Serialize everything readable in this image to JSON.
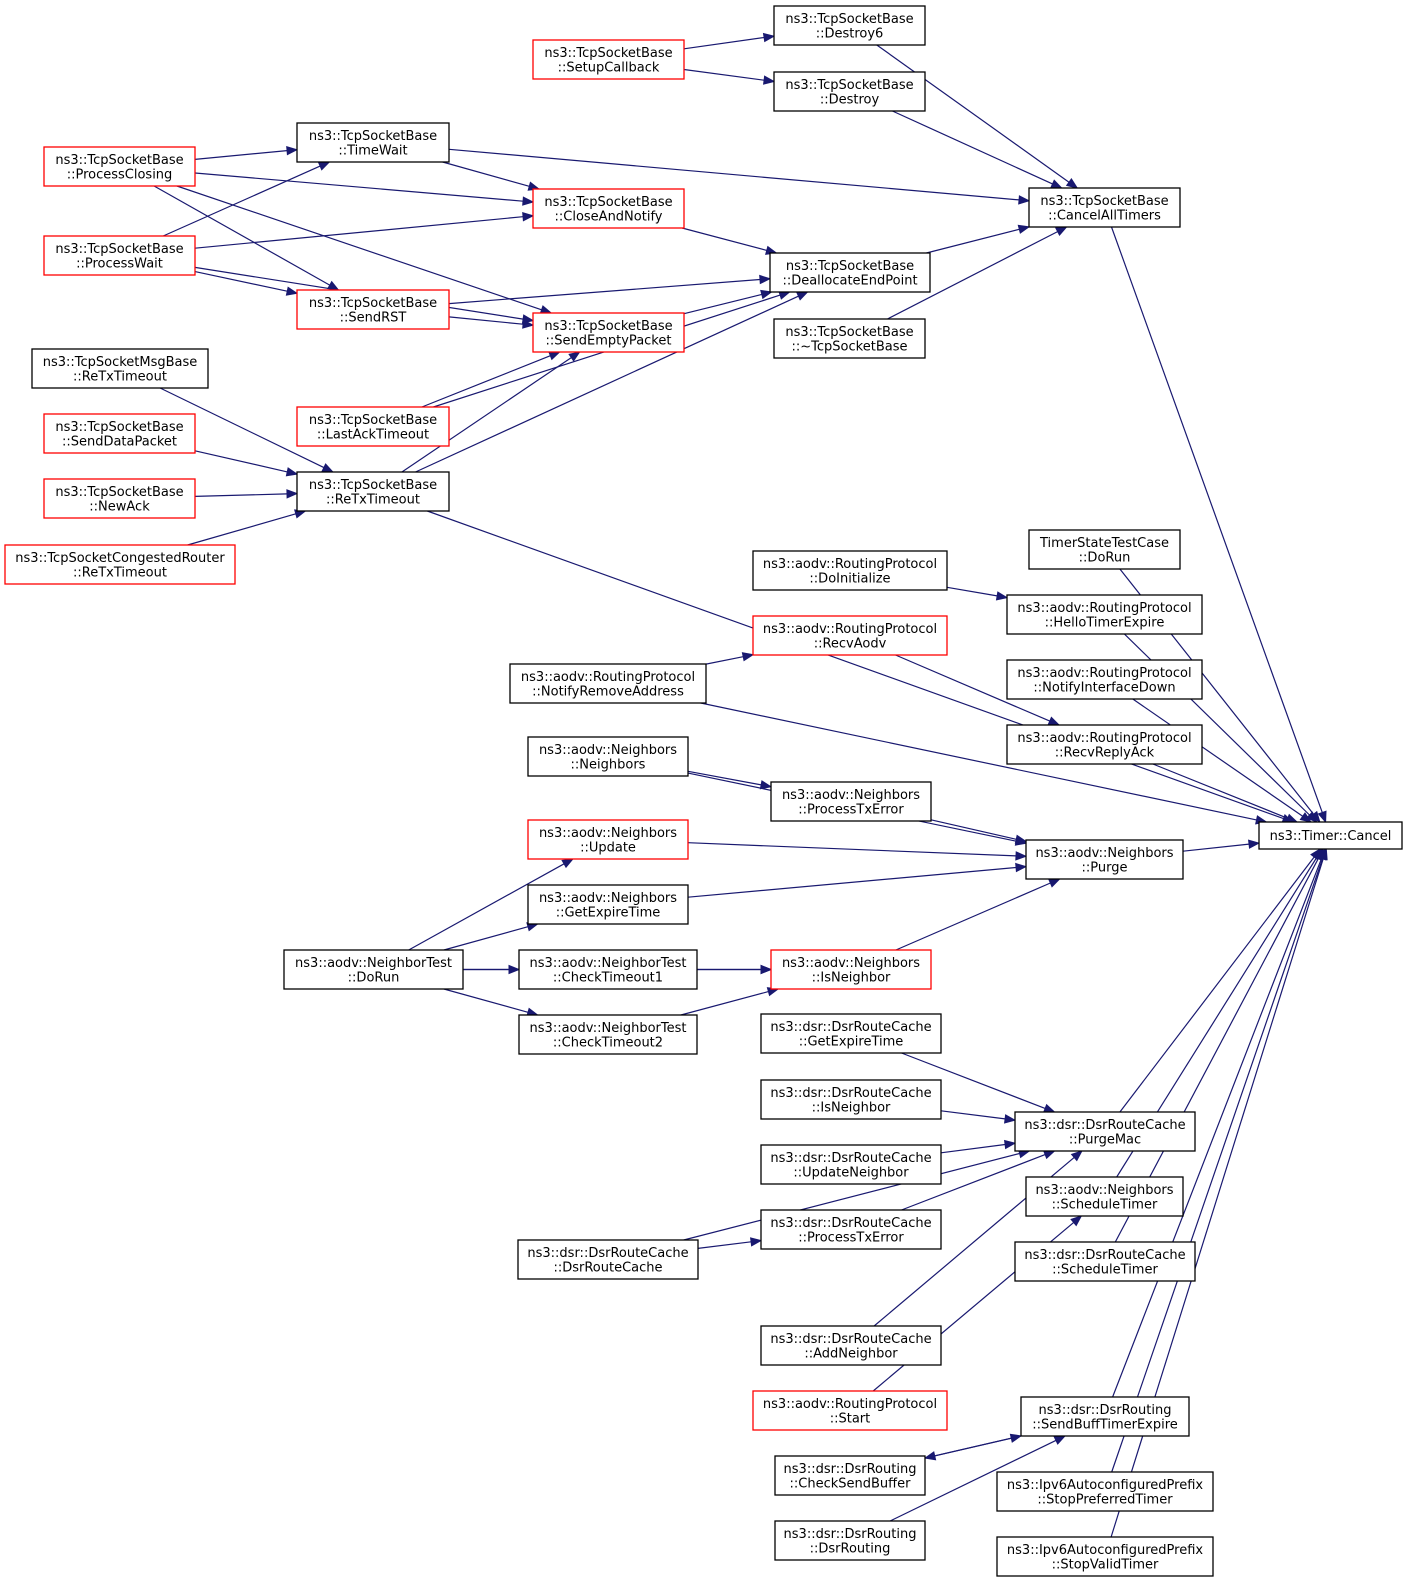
{
  "colors": {
    "edge": "#191970",
    "border_normal": "#000000",
    "border_truncated": "#ff0000",
    "target_fill": "#bfbfbf",
    "node_fill": "#ffffff"
  },
  "nodes": {
    "cancel": {
      "lines": [
        "ns3::Timer::Cancel"
      ],
      "style": "target"
    },
    "destroy6": {
      "lines": [
        "ns3::TcpSocketBase",
        "::Destroy6"
      ],
      "style": "normal"
    },
    "setupcb": {
      "lines": [
        "ns3::TcpSocketBase",
        "::SetupCallback"
      ],
      "style": "truncated"
    },
    "destroy": {
      "lines": [
        "ns3::TcpSocketBase",
        "::Destroy"
      ],
      "style": "normal"
    },
    "timewait": {
      "lines": [
        "ns3::TcpSocketBase",
        "::TimeWait"
      ],
      "style": "normal"
    },
    "procclosing": {
      "lines": [
        "ns3::TcpSocketBase",
        "::ProcessClosing"
      ],
      "style": "truncated"
    },
    "closenotify": {
      "lines": [
        "ns3::TcpSocketBase",
        "::CloseAndNotify"
      ],
      "style": "truncated"
    },
    "cancelall": {
      "lines": [
        "ns3::TcpSocketBase",
        "::CancelAllTimers"
      ],
      "style": "normal"
    },
    "procwait": {
      "lines": [
        "ns3::TcpSocketBase",
        "::ProcessWait"
      ],
      "style": "truncated"
    },
    "dealloc": {
      "lines": [
        "ns3::TcpSocketBase",
        "::DeallocateEndPoint"
      ],
      "style": "normal"
    },
    "sendrst": {
      "lines": [
        "ns3::TcpSocketBase",
        "::SendRST"
      ],
      "style": "truncated"
    },
    "sendempty": {
      "lines": [
        "ns3::TcpSocketBase",
        "::SendEmptyPacket"
      ],
      "style": "truncated"
    },
    "dtor": {
      "lines": [
        "ns3::TcpSocketBase",
        "::~TcpSocketBase"
      ],
      "style": "normal"
    },
    "msgretx": {
      "lines": [
        "ns3::TcpSocketMsgBase",
        "::ReTxTimeout"
      ],
      "style": "normal"
    },
    "lastack": {
      "lines": [
        "ns3::TcpSocketBase",
        "::LastAckTimeout"
      ],
      "style": "truncated"
    },
    "senddata": {
      "lines": [
        "ns3::TcpSocketBase",
        "::SendDataPacket"
      ],
      "style": "truncated"
    },
    "retx": {
      "lines": [
        "ns3::TcpSocketBase",
        "::ReTxTimeout"
      ],
      "style": "normal"
    },
    "newack": {
      "lines": [
        "ns3::TcpSocketBase",
        "::NewAck"
      ],
      "style": "truncated"
    },
    "congretx": {
      "lines": [
        "ns3::TcpSocketCongestedRouter",
        "::ReTxTimeout"
      ],
      "style": "truncated"
    },
    "timerstate": {
      "lines": [
        "TimerStateTestCase",
        "::DoRun"
      ],
      "style": "normal"
    },
    "doinit": {
      "lines": [
        "ns3::aodv::RoutingProtocol",
        "::DoInitialize"
      ],
      "style": "normal"
    },
    "hello": {
      "lines": [
        "ns3::aodv::RoutingProtocol",
        "::HelloTimerExpire"
      ],
      "style": "normal"
    },
    "recvaodv": {
      "lines": [
        "ns3::aodv::RoutingProtocol",
        "::RecvAodv"
      ],
      "style": "truncated"
    },
    "notifyremove": {
      "lines": [
        "ns3::aodv::RoutingProtocol",
        "::NotifyRemoveAddress"
      ],
      "style": "normal"
    },
    "notifyifdown": {
      "lines": [
        "ns3::aodv::RoutingProtocol",
        "::NotifyInterfaceDown"
      ],
      "style": "normal"
    },
    "recvreplyack": {
      "lines": [
        "ns3::aodv::RoutingProtocol",
        "::RecvReplyAck"
      ],
      "style": "normal"
    },
    "neighbors": {
      "lines": [
        "ns3::aodv::Neighbors",
        "::Neighbors"
      ],
      "style": "normal"
    },
    "proctxerr": {
      "lines": [
        "ns3::aodv::Neighbors",
        "::ProcessTxError"
      ],
      "style": "normal"
    },
    "update": {
      "lines": [
        "ns3::aodv::Neighbors",
        "::Update"
      ],
      "style": "truncated"
    },
    "purge": {
      "lines": [
        "ns3::aodv::Neighbors",
        "::Purge"
      ],
      "style": "normal"
    },
    "getexp": {
      "lines": [
        "ns3::aodv::Neighbors",
        "::GetExpireTime"
      ],
      "style": "normal"
    },
    "ntdorun": {
      "lines": [
        "ns3::aodv::NeighborTest",
        "::DoRun"
      ],
      "style": "normal"
    },
    "checkto1": {
      "lines": [
        "ns3::aodv::NeighborTest",
        "::CheckTimeout1"
      ],
      "style": "normal"
    },
    "isneighbor": {
      "lines": [
        "ns3::aodv::Neighbors",
        "::IsNeighbor"
      ],
      "style": "truncated"
    },
    "checkto2": {
      "lines": [
        "ns3::aodv::NeighborTest",
        "::CheckTimeout2"
      ],
      "style": "normal"
    },
    "rcgetexp": {
      "lines": [
        "ns3::dsr::DsrRouteCache",
        "::GetExpireTime"
      ],
      "style": "normal"
    },
    "rcisneigh": {
      "lines": [
        "ns3::dsr::DsrRouteCache",
        "::IsNeighbor"
      ],
      "style": "normal"
    },
    "purgemac": {
      "lines": [
        "ns3::dsr::DsrRouteCache",
        "::PurgeMac"
      ],
      "style": "normal"
    },
    "rcupdateneigh": {
      "lines": [
        "ns3::dsr::DsrRouteCache",
        "::UpdateNeighbor"
      ],
      "style": "normal"
    },
    "schedtimer": {
      "lines": [
        "ns3::aodv::Neighbors",
        "::ScheduleTimer"
      ],
      "style": "normal"
    },
    "rcproctx": {
      "lines": [
        "ns3::dsr::DsrRouteCache",
        "::ProcessTxError"
      ],
      "style": "normal"
    },
    "rcctor": {
      "lines": [
        "ns3::dsr::DsrRouteCache",
        "::DsrRouteCache"
      ],
      "style": "normal"
    },
    "rcsched": {
      "lines": [
        "ns3::dsr::DsrRouteCache",
        "::ScheduleTimer"
      ],
      "style": "normal"
    },
    "rcaddneigh": {
      "lines": [
        "ns3::dsr::DsrRouteCache",
        "::AddNeighbor"
      ],
      "style": "normal"
    },
    "start": {
      "lines": [
        "ns3::aodv::RoutingProtocol",
        "::Start"
      ],
      "style": "truncated"
    },
    "sendbuff": {
      "lines": [
        "ns3::dsr::DsrRouting",
        "::SendBuffTimerExpire"
      ],
      "style": "normal"
    },
    "checksend": {
      "lines": [
        "ns3::dsr::DsrRouting",
        "::CheckSendBuffer"
      ],
      "style": "normal"
    },
    "stoppref": {
      "lines": [
        "ns3::Ipv6AutoconfiguredPrefix",
        "::StopPreferredTimer"
      ],
      "style": "normal"
    },
    "dsrrouting": {
      "lines": [
        "ns3::dsr::DsrRouting",
        "::DsrRouting"
      ],
      "style": "normal"
    },
    "stopvalid": {
      "lines": [
        "ns3::Ipv6AutoconfiguredPrefix",
        "::StopValidTimer"
      ],
      "style": "normal"
    }
  },
  "edges": [
    [
      "destroy6",
      "cancelall"
    ],
    [
      "destroy",
      "cancelall"
    ],
    [
      "timewait",
      "cancelall"
    ],
    [
      "dealloc",
      "cancelall"
    ],
    [
      "dtor",
      "cancelall"
    ],
    [
      "cancelall",
      "cancel"
    ],
    [
      "setupcb",
      "destroy6"
    ],
    [
      "setupcb",
      "destroy"
    ],
    [
      "procclosing",
      "timewait"
    ],
    [
      "procwait",
      "timewait"
    ],
    [
      "timewait",
      "closenotify"
    ],
    [
      "procwait",
      "closenotify"
    ],
    [
      "procclosing",
      "closenotify"
    ],
    [
      "closenotify",
      "dealloc"
    ],
    [
      "sendrst",
      "dealloc"
    ],
    [
      "sendempty",
      "dealloc"
    ],
    [
      "lastack",
      "dealloc"
    ],
    [
      "retx",
      "dealloc"
    ],
    [
      "procclosing",
      "sendrst"
    ],
    [
      "procwait",
      "sendrst"
    ],
    [
      "sendrst",
      "sendempty"
    ],
    [
      "procclosing",
      "sendempty"
    ],
    [
      "procwait",
      "sendempty"
    ],
    [
      "lastack",
      "sendempty"
    ],
    [
      "retx",
      "sendempty"
    ],
    [
      "msgretx",
      "retx"
    ],
    [
      "senddata",
      "retx"
    ],
    [
      "newack",
      "retx"
    ],
    [
      "congretx",
      "retx"
    ],
    [
      "retx",
      "cancel"
    ],
    [
      "timerstate",
      "cancel"
    ],
    [
      "hello",
      "cancel"
    ],
    [
      "notifyifdown",
      "cancel"
    ],
    [
      "recvreplyack",
      "cancel"
    ],
    [
      "notifyremove",
      "cancel"
    ],
    [
      "purge",
      "cancel"
    ],
    [
      "purgemac",
      "cancel"
    ],
    [
      "schedtimer",
      "cancel"
    ],
    [
      "rcsched",
      "cancel"
    ],
    [
      "sendbuff",
      "cancel"
    ],
    [
      "stoppref",
      "cancel"
    ],
    [
      "stopvalid",
      "cancel"
    ],
    [
      "doinit",
      "hello"
    ],
    [
      "recvaodv",
      "recvreplyack"
    ],
    [
      "notifyremove",
      "recvaodv"
    ],
    [
      "neighbors",
      "purge"
    ],
    [
      "proctxerr",
      "purge"
    ],
    [
      "update",
      "purge"
    ],
    [
      "getexp",
      "purge"
    ],
    [
      "isneighbor",
      "purge"
    ],
    [
      "neighbors",
      "proctxerr"
    ],
    [
      "ntdorun",
      "update"
    ],
    [
      "ntdorun",
      "getexp"
    ],
    [
      "ntdorun",
      "checkto1"
    ],
    [
      "ntdorun",
      "checkto2"
    ],
    [
      "ntdorun",
      "isneighbor"
    ],
    [
      "checkto1",
      "isneighbor"
    ],
    [
      "checkto2",
      "isneighbor"
    ],
    [
      "rcgetexp",
      "purgemac"
    ],
    [
      "rcisneigh",
      "purgemac"
    ],
    [
      "rcupdateneigh",
      "purgemac"
    ],
    [
      "rcproctx",
      "purgemac"
    ],
    [
      "rcctor",
      "purgemac"
    ],
    [
      "rcaddneigh",
      "purgemac"
    ],
    [
      "rcctor",
      "rcproctx"
    ],
    [
      "start",
      "schedtimer"
    ],
    [
      "checksend",
      "sendbuff"
    ],
    [
      "dsrrouting",
      "sendbuff"
    ],
    [
      "sendbuff",
      "checksend"
    ]
  ]
}
